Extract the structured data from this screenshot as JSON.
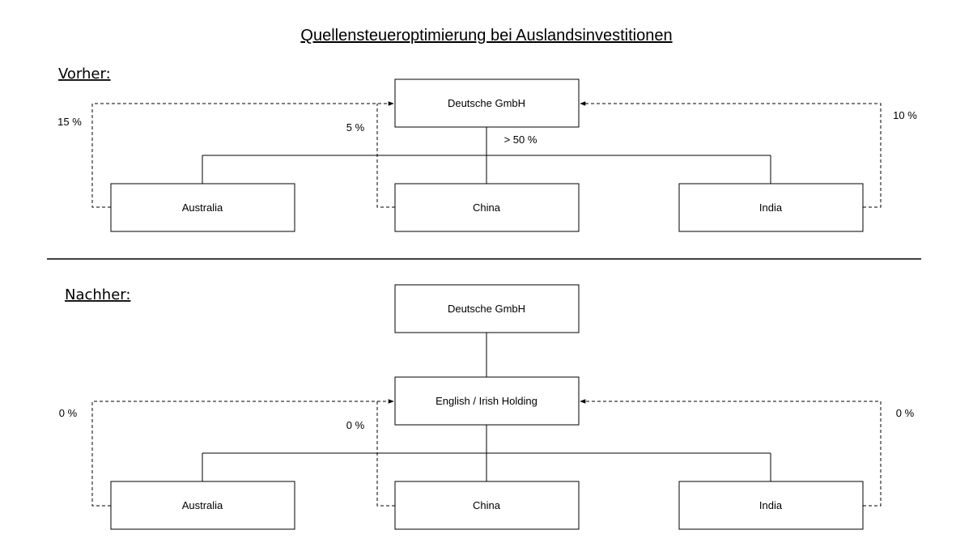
{
  "title": "Quellensteueroptimierung bei Auslandsinvestitionen",
  "before": {
    "heading": "Vorher:",
    "parent": "Deutsche GmbH",
    "ownership": "> 50 %",
    "subsidiaries": {
      "australia": {
        "label": "Australia",
        "rate": "15 %"
      },
      "china": {
        "label": "China",
        "rate": "5 %"
      },
      "india": {
        "label": "India",
        "rate": "10 %"
      }
    }
  },
  "after": {
    "heading": "Nachher:",
    "parent": "Deutsche GmbH",
    "holding": "English / Irish Holding",
    "subsidiaries": {
      "australia": {
        "label": "Australia",
        "rate": "0 %"
      },
      "china": {
        "label": "China",
        "rate": "0 %"
      },
      "india": {
        "label": "India",
        "rate": "0 %"
      }
    }
  }
}
